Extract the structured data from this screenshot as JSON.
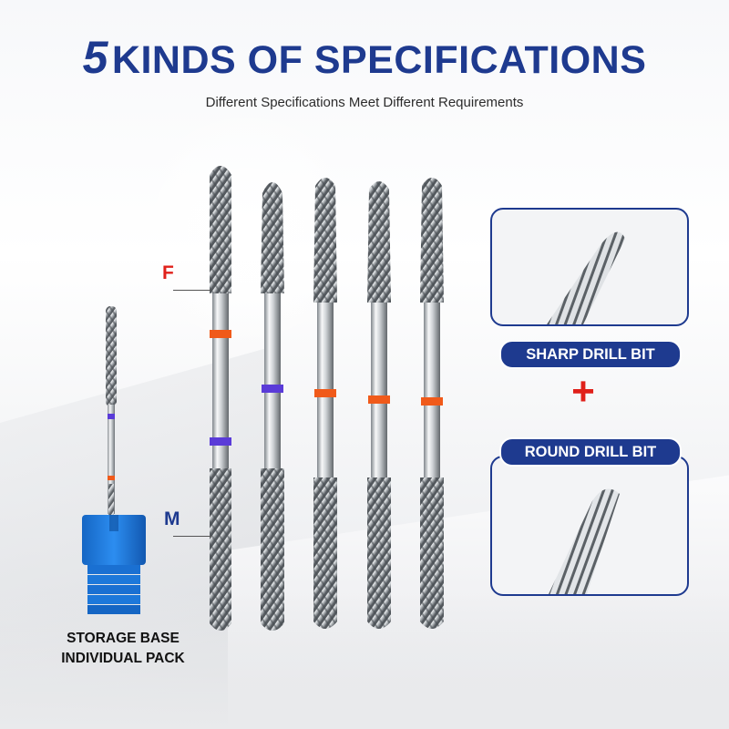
{
  "heading": {
    "number": "5",
    "text": "KINDS OF SPECIFICATIONS",
    "subtitle": "Different Specifications Meet Different Requirements"
  },
  "labels": {
    "fine": "F",
    "medium": "M"
  },
  "callouts": {
    "sharp": "SHARP DRILL BIT",
    "plus": "+",
    "round": "ROUND DRILL BIT"
  },
  "storage": {
    "line1": "STORAGE BASE",
    "line2": "INDIVIDUAL PACK"
  },
  "colors": {
    "brand_blue": "#1e3a8f",
    "accent_red": "#e0201a",
    "band_orange": "#f05a1a",
    "band_purple": "#5a3bd8",
    "base_blue": "#1f7fe0"
  }
}
